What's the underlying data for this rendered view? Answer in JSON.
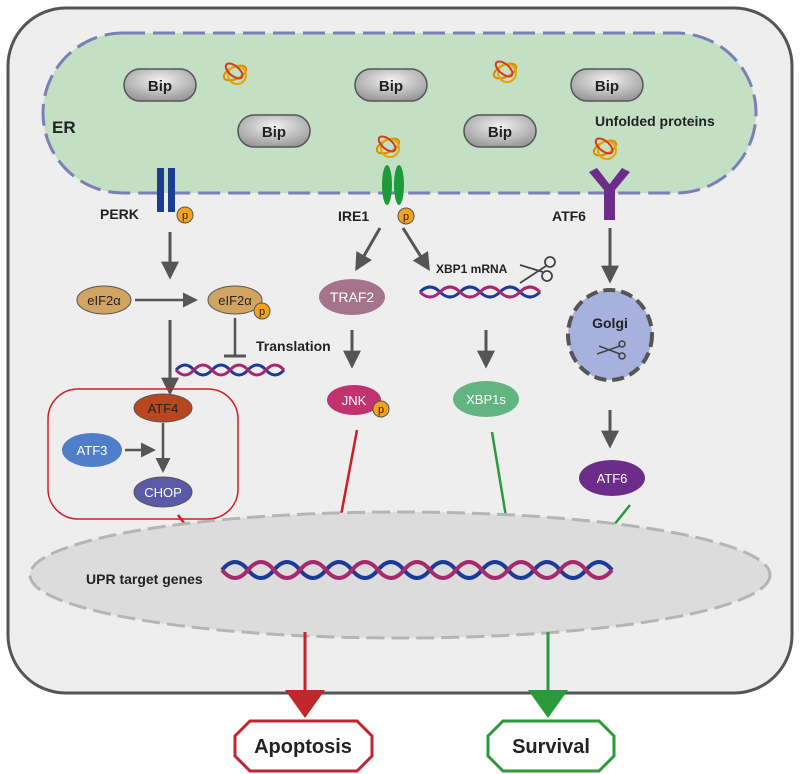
{
  "er": {
    "label": "ER",
    "bip": "Bip",
    "unfolded": "Unfolded proteins"
  },
  "sensors": {
    "perk": "PERK",
    "ire1": "IRE1",
    "atf6": "ATF6"
  },
  "phospho": "p",
  "perk_branch": {
    "eif2a": "eIF2α",
    "eif2a_p": "eIF2α",
    "translation": "Translation",
    "atf4": "ATF4",
    "atf3": "ATF3",
    "chop": "CHOP"
  },
  "ire1_branch": {
    "traf2": "TRAF2",
    "jnk": "JNK",
    "xbp1_mrna": "XBP1 mRNA",
    "xbp1s": "XBP1s"
  },
  "atf6_branch": {
    "golgi": "Golgi",
    "atf6_cleaved": "ATF6"
  },
  "nucleus": {
    "target_genes": "UPR target genes"
  },
  "outcomes": {
    "apoptosis": "Apoptosis",
    "survival": "Survival"
  },
  "colors": {
    "cell_fill": "#eeeeee",
    "er_fill": "#c3dfc4",
    "er_border": "#7a7fb8",
    "perk": "#1a3d8f",
    "ire1": "#1e9a3a",
    "atf6": "#6b2c8a",
    "apoptosis": "#c0272d",
    "survival": "#2a9a3a",
    "gray_arrow": "#555555",
    "dna_blue": "#1c3a9a",
    "dna_magenta": "#a8286e"
  }
}
